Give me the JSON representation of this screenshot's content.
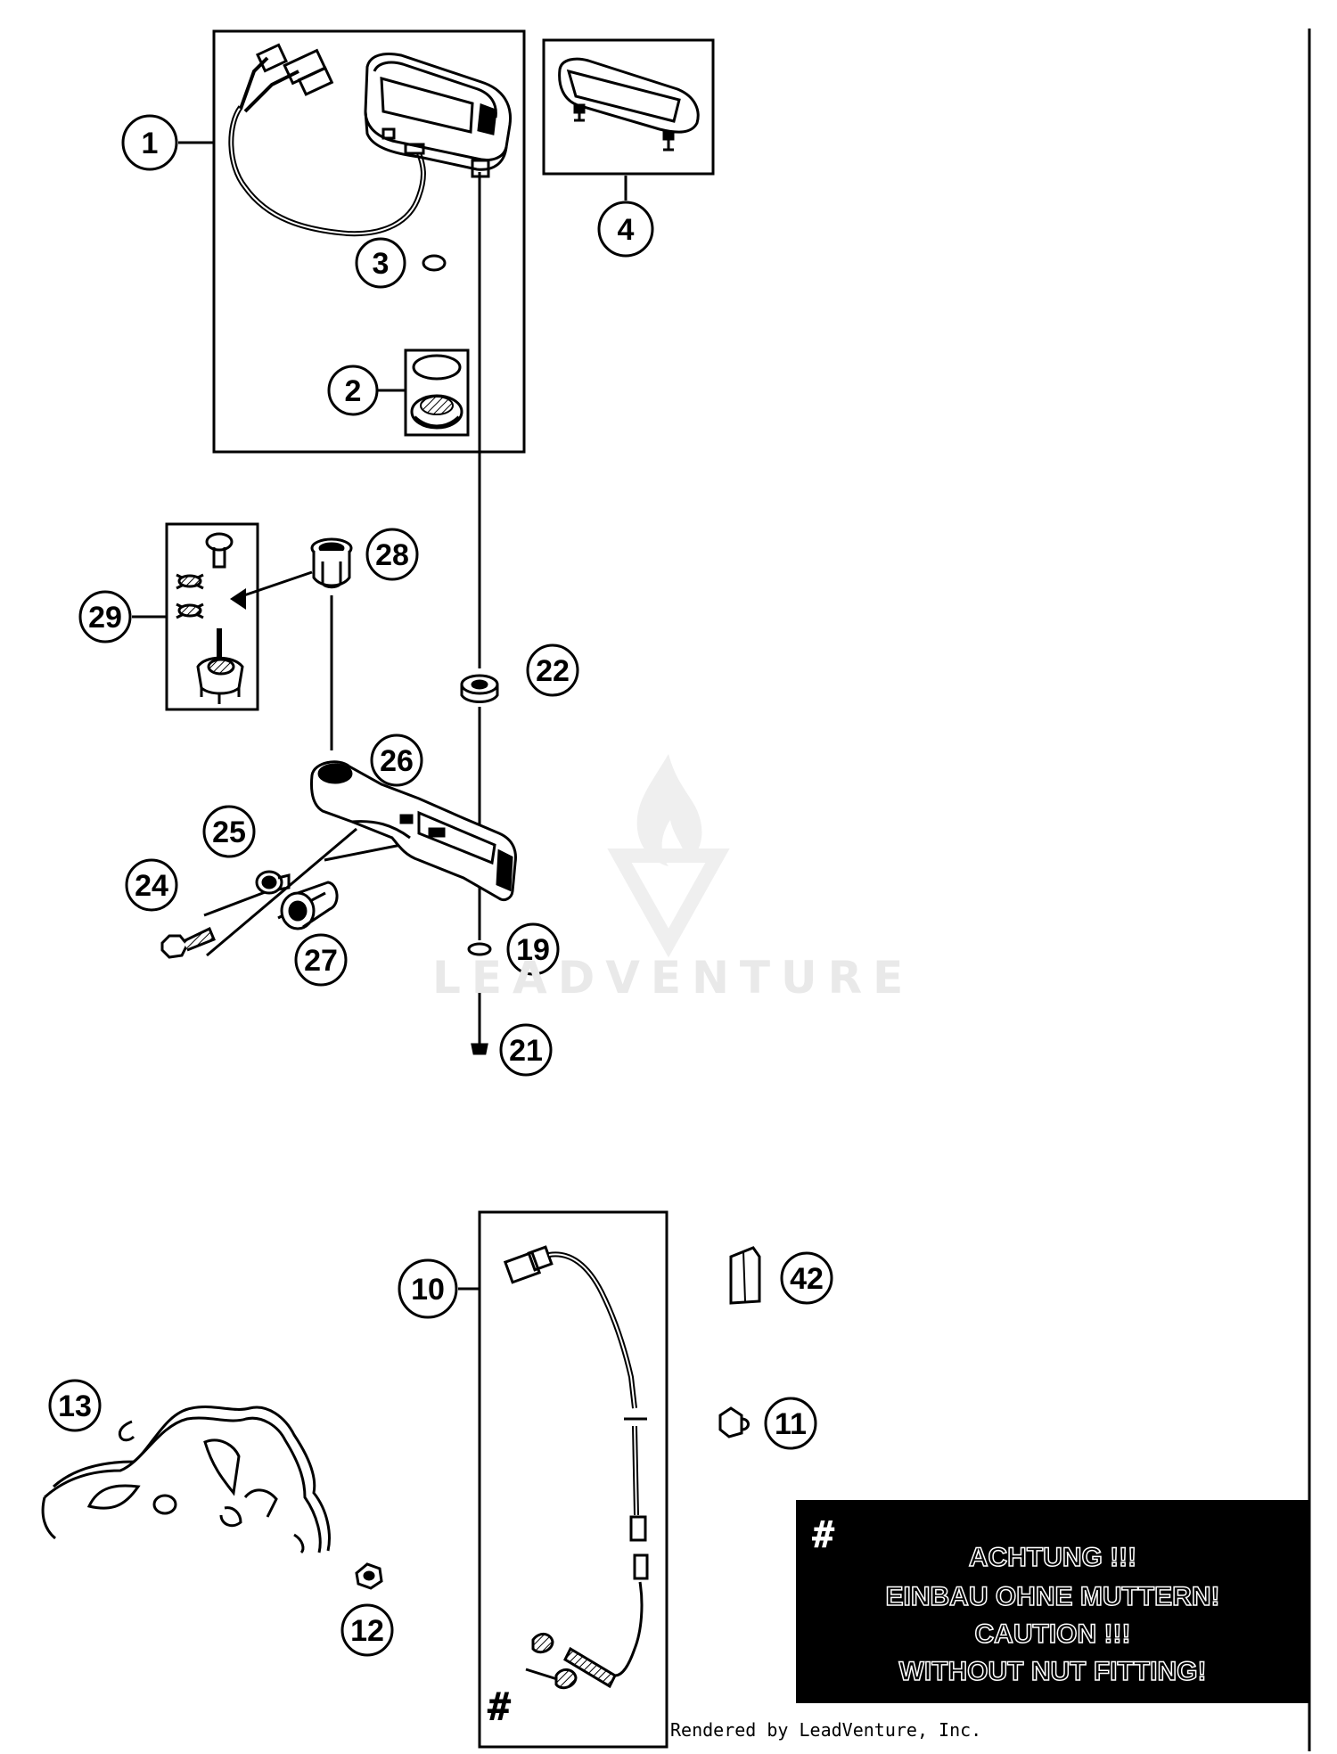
{
  "callouts": {
    "c1": "1",
    "c2": "2",
    "c3": "3",
    "c4": "4",
    "c10": "10",
    "c11": "11",
    "c12": "12",
    "c13": "13",
    "c19": "19",
    "c21": "21",
    "c22": "22",
    "c24": "24",
    "c25": "25",
    "c26": "26",
    "c27": "27",
    "c28": "28",
    "c29": "29",
    "c42": "42"
  },
  "caution": {
    "hash": "#",
    "line1": "ACHTUNG !!!",
    "line2": "EINBAU OHNE MUTTERN!",
    "line3": "CAUTION !!!",
    "line4": "WITHOUT NUT FITTING!"
  },
  "sensor_hash": "#",
  "watermark": "LEADVENTURE",
  "footer": "Rendered by LeadVenture, Inc."
}
